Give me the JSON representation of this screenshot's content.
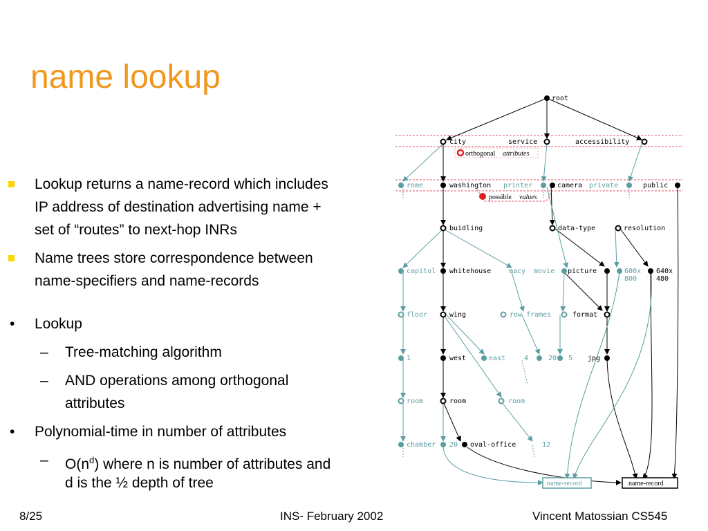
{
  "title": "name lookup",
  "bullets": [
    {
      "text": "Lookup returns a name-record which includes",
      "cont1": "IP address of destination advertising name +",
      "cont2": "set of “routes” to next-hop INRs"
    },
    {
      "text": "Name trees store correspondence between",
      "cont1": "name-specifiers and name-records"
    },
    {
      "text": "Lookup"
    },
    {
      "text": "Tree-matching algorithm"
    },
    {
      "text": "AND operations among orthogonal",
      "cont1": "attributes"
    },
    {
      "text": "Polynomial-time in number of attributes"
    },
    {
      "pre": "O(n",
      "sup": "d",
      "post": ") where n is number of attributes and",
      "cont1": "d is the ½ depth of tree"
    }
  ],
  "footer": {
    "page": "8/25",
    "center": "INS- February 2002",
    "right": "Vincent Matossian CS545"
  },
  "bullet_markers": {
    "square": "■",
    "dot": "•",
    "dash": "–"
  },
  "colors": {
    "title": "#f0981d",
    "teal": "#5b9ea3",
    "black": "#000000",
    "red": "#e02020",
    "pink": "#f0a8b0",
    "bullet_square": "#ffd400"
  },
  "diagram": {
    "nodes": {
      "root": "root",
      "city": "city",
      "service": "service",
      "accessibility": "accessibility",
      "rome": "rome",
      "washington": "washington",
      "printer": "printer",
      "camera": "camera",
      "private": "private",
      "public": "public",
      "buidling": "buidling",
      "data_type": "data-type",
      "resolution": "resolution",
      "capitol": "capitol",
      "whitehouse": "whitehouse",
      "macy": "macy",
      "movie": "movie",
      "picture": "picture",
      "r600": "600x",
      "r600b": "800",
      "r640": "640x",
      "r640b": "480",
      "floor": "floor",
      "wing": "wing",
      "row_frames": "row frames",
      "format": "format",
      "n1": "1",
      "west": "west",
      "east": "east",
      "n4": "4",
      "n20a": "20",
      "n5": "5",
      "jpg": "jpg",
      "room_a": "room",
      "room_b": "room",
      "room_c": "room",
      "chamber": "chamber",
      "n20b": "20",
      "oval_office": "oval-office",
      "n12": "12",
      "name_record_a": "name-record",
      "name_record_b": "name-record"
    },
    "legend": {
      "orthogonal": "orthogonal",
      "attributes": "attributes",
      "possible": "possible",
      "values": "values"
    }
  }
}
